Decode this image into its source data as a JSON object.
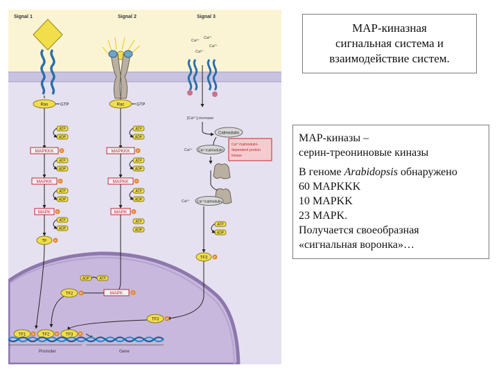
{
  "diagram": {
    "signals": [
      "Signal 1",
      "Signal 2",
      "Signal 3"
    ],
    "ca_ions": [
      "Ca²⁺",
      "Ca²⁺",
      "Ca²⁺",
      "Ca²⁺"
    ],
    "ca_increase": "[Ca²⁺]ᵢ increase",
    "ras_gtp": [
      "Ras",
      "GTP"
    ],
    "rac_gtp": [
      "Rac",
      "GTP"
    ],
    "atp": "ATP",
    "adp": "ADP",
    "p": "P",
    "mapkkk": "MAPKKK",
    "mapkk": "MAPKK",
    "mapk": "MAPK",
    "tf": "TF",
    "tf2": "TF2",
    "tf3": "TF3",
    "calmodulin": "Calmodulin",
    "ca_calmodulin": "Ca²⁺/calmodulin",
    "ca_calmodulin_prefix": "Ca²⁺",
    "ca_calmodulin_kinase": [
      "Ca²⁺/calmodulin-",
      "dependent protein",
      "kinase"
    ],
    "tf_bottom": [
      "TF1",
      "TF2",
      "TF3"
    ],
    "promoter": "Promoter",
    "gene": "Gene"
  },
  "title": [
    "MAP-киназная",
    "сигнальная система и",
    "взаимодействие систем."
  ],
  "info": {
    "line1": "MAP-киназы –",
    "line2": "серин-треониновые киназы",
    "genome_prefix": "В геноме ",
    "genome_italic": "Arabidopsis",
    "genome_suffix": " обнаружено",
    "counts": [
      "60 MAPKKK",
      "10 MAPKK",
      "23 MAPK."
    ],
    "result": [
      "Получается своеобразная",
      "«сигнальная воронка»…"
    ]
  }
}
